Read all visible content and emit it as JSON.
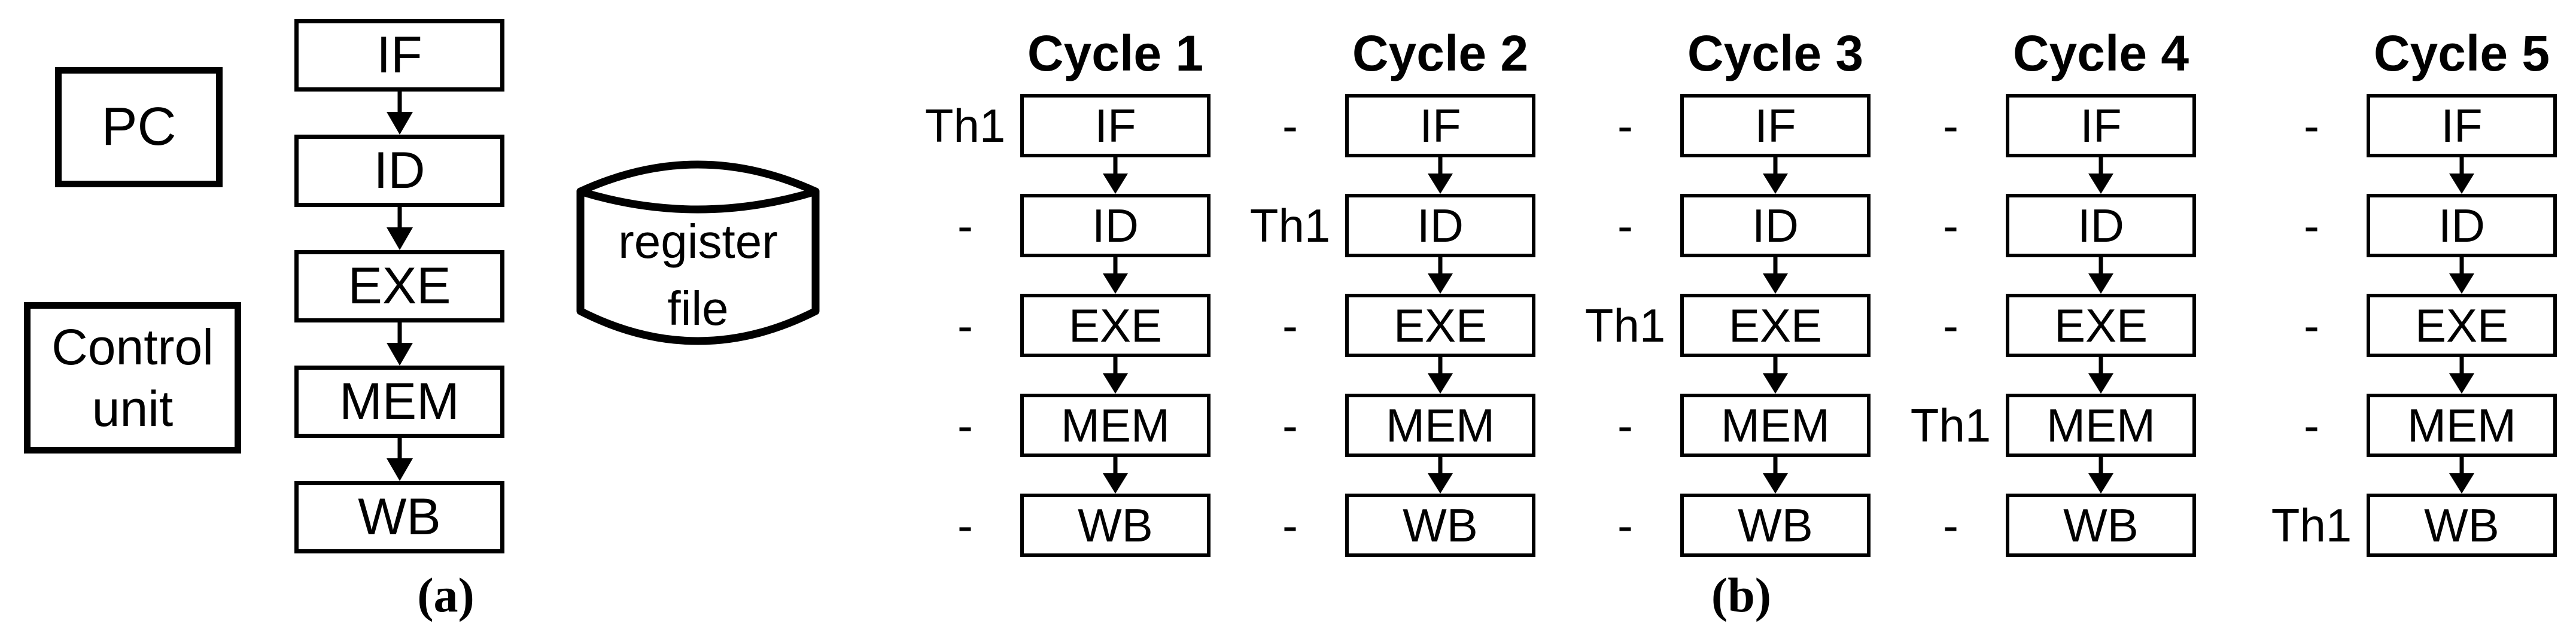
{
  "colors": {
    "ink": "#000000",
    "paper": "#ffffff"
  },
  "panel_a": {
    "caption": "(a)",
    "pc_label": "PC",
    "control_unit_label": "Control unit",
    "stages": [
      "IF",
      "ID",
      "EXE",
      "MEM",
      "WB"
    ],
    "register_file_lines": [
      "register",
      "file"
    ]
  },
  "panel_b": {
    "caption": "(b)",
    "stage_names": [
      "IF",
      "ID",
      "EXE",
      "MEM",
      "WB"
    ],
    "cycles": [
      {
        "title": "Cycle 1",
        "labels": [
          "Th1",
          "-",
          "-",
          "-",
          "-"
        ]
      },
      {
        "title": "Cycle 2",
        "labels": [
          "-",
          "Th1",
          "-",
          "-",
          "-"
        ]
      },
      {
        "title": "Cycle 3",
        "labels": [
          "-",
          "-",
          "Th1",
          "-",
          "-"
        ]
      },
      {
        "title": "Cycle 4",
        "labels": [
          "-",
          "-",
          "-",
          "Th1",
          "-"
        ]
      },
      {
        "title": "Cycle 5",
        "labels": [
          "-",
          "-",
          "-",
          "-",
          "Th1"
        ]
      }
    ]
  }
}
